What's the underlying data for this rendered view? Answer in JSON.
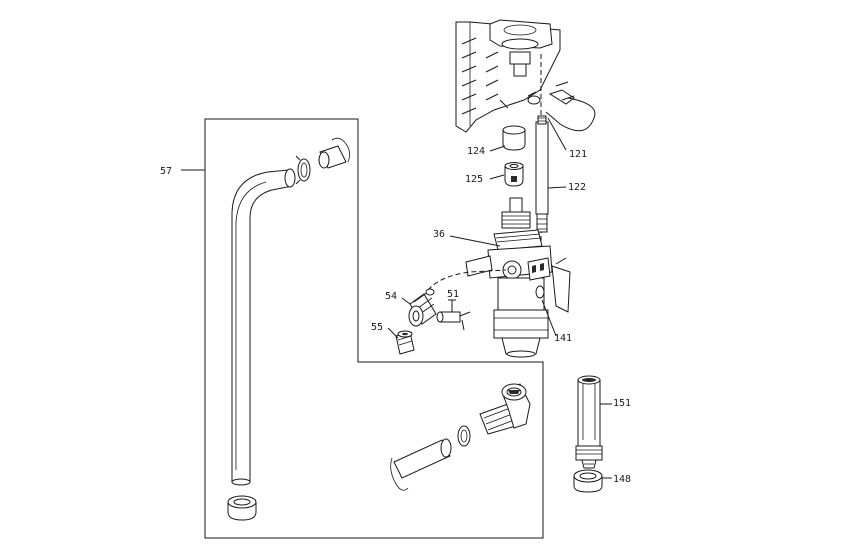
{
  "callouts": [
    {
      "id": "57",
      "label": "57"
    },
    {
      "id": "124",
      "label": "124"
    },
    {
      "id": "125",
      "label": "125"
    },
    {
      "id": "121",
      "label": "121"
    },
    {
      "id": "122",
      "label": "122"
    },
    {
      "id": "36",
      "label": "36"
    },
    {
      "id": "54",
      "label": "54"
    },
    {
      "id": "51",
      "label": "51"
    },
    {
      "id": "55",
      "label": "55"
    },
    {
      "id": "141",
      "label": "141"
    },
    {
      "id": "151",
      "label": "151"
    },
    {
      "id": "148",
      "label": "148"
    }
  ]
}
